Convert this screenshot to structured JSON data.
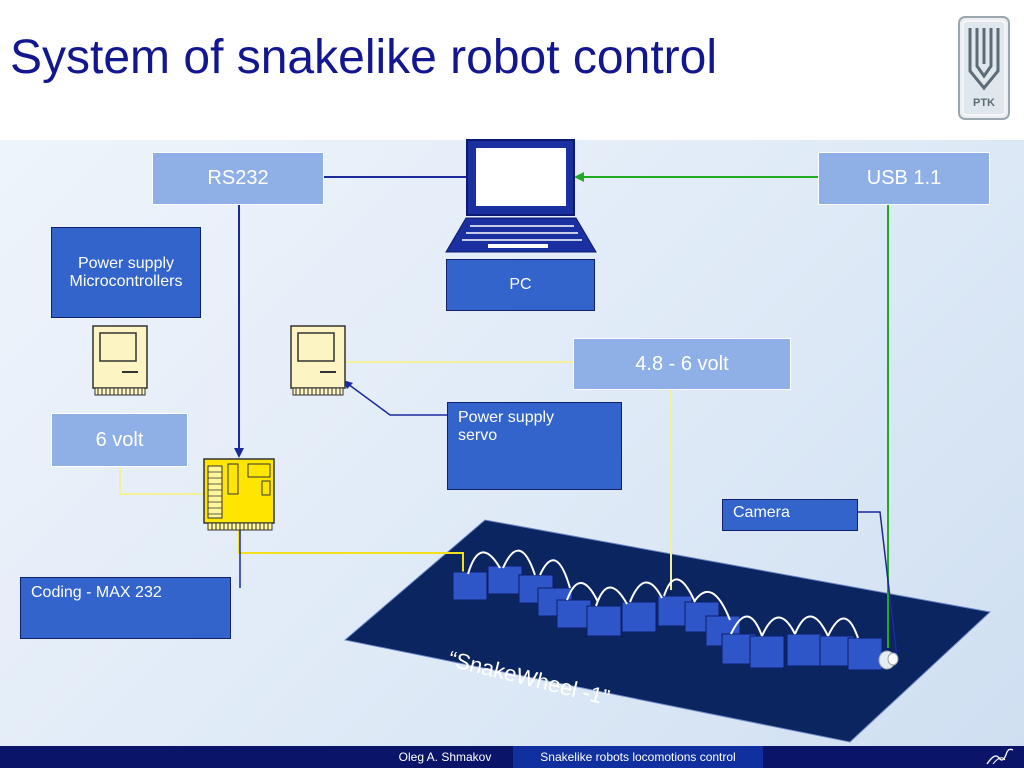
{
  "slide": {
    "title": "System of snakelike robot control",
    "logo_text": "PTK"
  },
  "labels": {
    "rs232": "RS232",
    "usb": "USB 1.1",
    "pc": "PC",
    "power_mc_line1": "Power supply",
    "power_mc_line2": "Microcontrollers",
    "volt_range": "4.8 - 6 volt",
    "power_servo": "Power supply servo",
    "six_volt": "6 volt",
    "camera": "Camera",
    "coding": "Coding - MAX 232",
    "snake_name": "“SnakeWheel -1”"
  },
  "footer": {
    "author": "Oleg A. Shmakov",
    "course": "Snakelike robots locomotions control"
  },
  "colors": {
    "title": "#12168f",
    "light_box": "#8fb0e6",
    "dark_box": "#3264cc",
    "wire_dark": "#1a2a9a",
    "wire_green": "#22aa22",
    "wire_yellow": "#f4f09a",
    "board": "#ffe600",
    "platform": "#0b2560",
    "footer": "#0a1468"
  },
  "icons": [
    "pc-laptop-icon",
    "microcontroller-icon",
    "servo-controller-icon",
    "control-board-icon",
    "camera-icon",
    "logo-icon"
  ]
}
